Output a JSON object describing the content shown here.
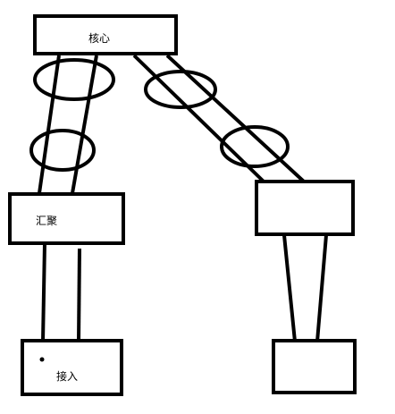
{
  "diagram": {
    "nodes": {
      "core": {
        "label": "核心"
      },
      "aggregation": {
        "label": "汇聚"
      },
      "access": {
        "label": "接入"
      },
      "right_middle": {
        "label": ""
      },
      "right_bottom": {
        "label": ""
      }
    }
  }
}
